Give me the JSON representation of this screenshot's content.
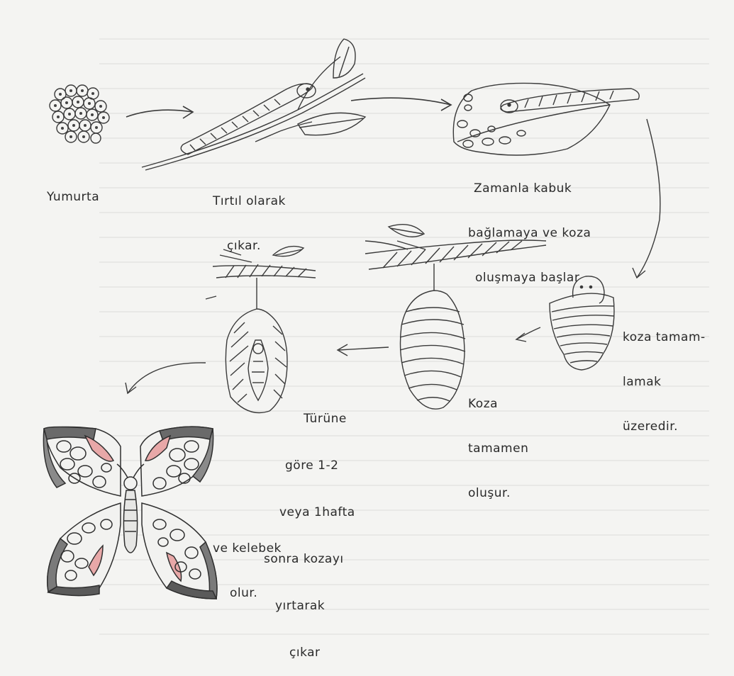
{
  "stages": {
    "eggs": {
      "label": "Yumurta"
    },
    "caterpillar": {
      "lines": [
        "Tırtıl olarak",
        "çıkar."
      ]
    },
    "leaf_attach": {
      "lines": [
        "Zamanla kabuk",
        "bağlamaya ve koza",
        "oluşmaya başlar"
      ]
    },
    "cocoon_forming": {
      "lines": [
        "koza tamam-",
        "lamak",
        "üzeredir."
      ]
    },
    "cocoon_complete": {
      "lines": [
        "Koza",
        "tamamen",
        "oluşur."
      ]
    },
    "hatching": {
      "lines": [
        "Türüne",
        "göre 1-2",
        "veya 1hafta",
        "sonra kozayı",
        "yırtarak",
        "çıkar"
      ]
    },
    "butterfly": {
      "lines": [
        "ve kelebek",
        "olur."
      ]
    }
  },
  "colors": {
    "paper": "#f4f4f2",
    "ink": "#3a3a3a",
    "pink": "#e8a8a8",
    "faint": "#d8d8d6"
  }
}
